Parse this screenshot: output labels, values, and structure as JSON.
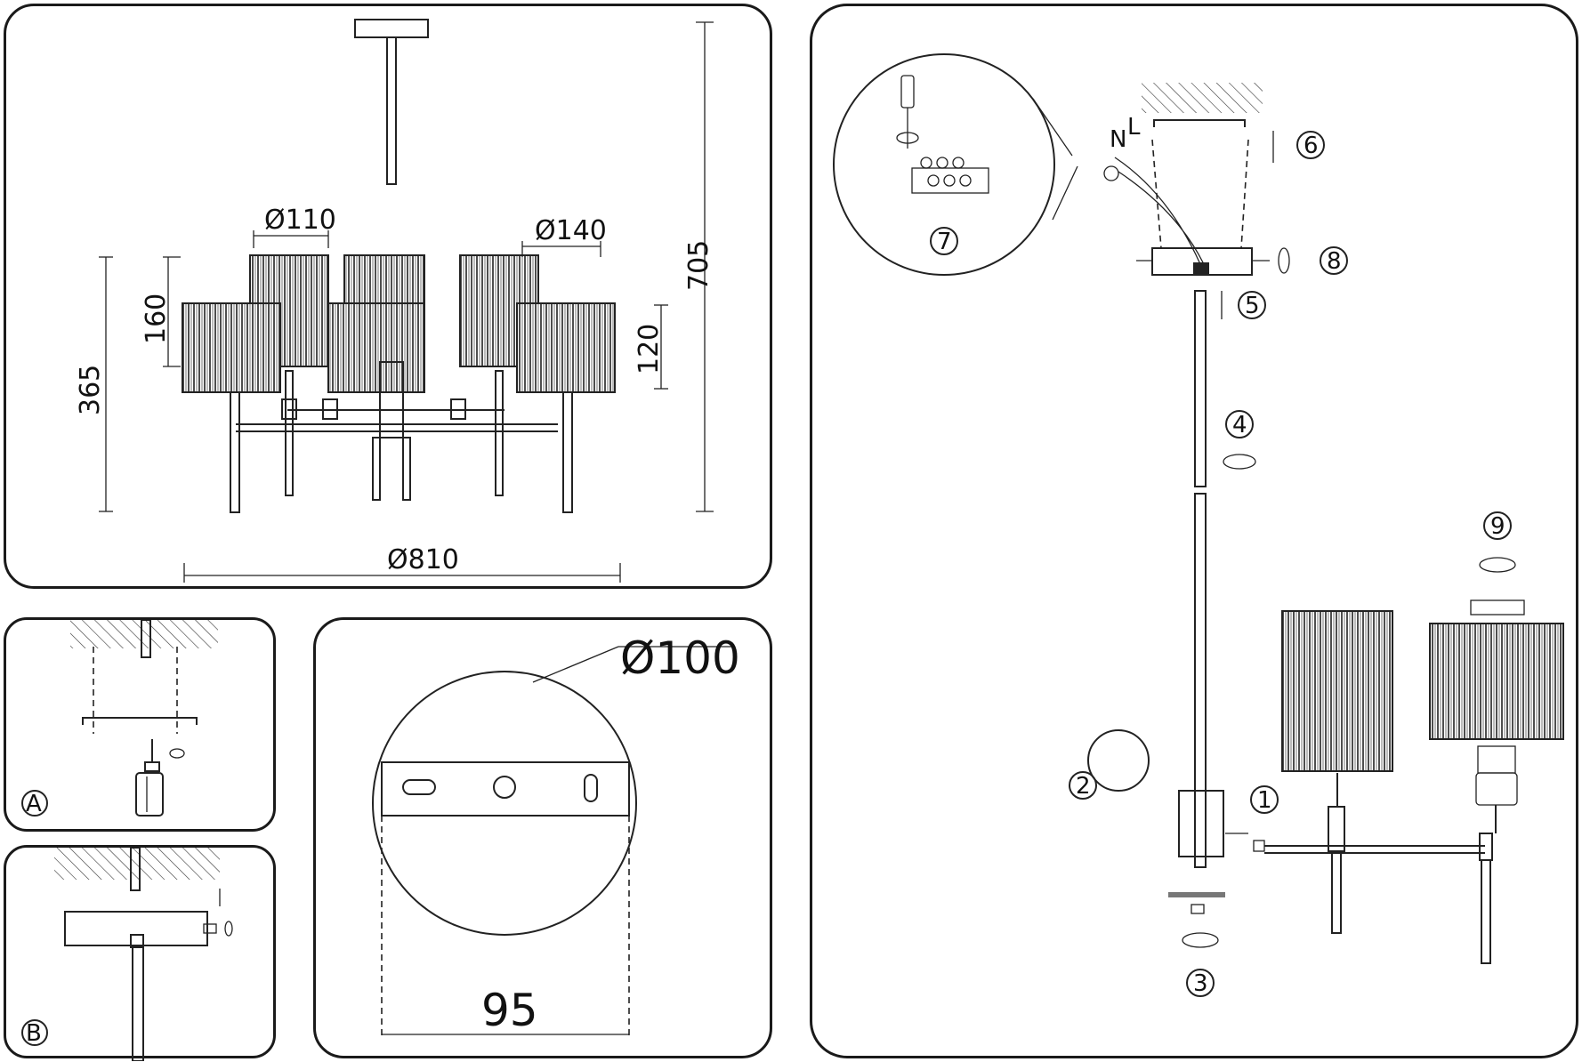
{
  "overview": {
    "dims": {
      "shade_small_dia": "Ø110",
      "shade_large_dia": "Ø140",
      "height_total": "705",
      "height_body": "365",
      "shade_small_h": "160",
      "shade_large_h": "120",
      "width_total": "Ø810"
    }
  },
  "ceiling_plate": {
    "diameter": "Ø100",
    "bracket_width": "95"
  },
  "panels": {
    "a_label": "A",
    "b_label": "B"
  },
  "assembly": {
    "wire_labels": {
      "live": "L",
      "neutral": "N"
    },
    "steps": [
      "1",
      "2",
      "3",
      "4",
      "5",
      "6",
      "7",
      "8",
      "9"
    ]
  }
}
